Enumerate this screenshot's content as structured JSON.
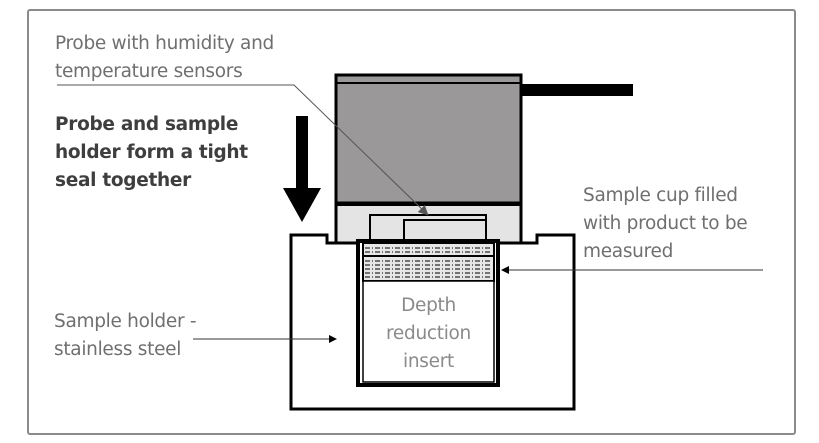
{
  "diagram": {
    "title": "Water activity measurement setup",
    "labels": {
      "probe": "Probe with humidity and\ntemperature sensors",
      "seal": "Probe and sample\nholder form a tight\nseal together",
      "sample_cup": "Sample cup filled\nwith product to be\nmeasured",
      "sample_holder": "Sample holder -\nstainless steel",
      "insert": "Depth\nreduction\ninsert"
    },
    "components": [
      "probe-body",
      "probe-cable",
      "probe-head",
      "humidity-temperature-sensor",
      "sample-holder",
      "sample-cup",
      "product-layer",
      "depth-reduction-insert",
      "press-down-arrow"
    ],
    "colors": {
      "probe_body": "#9a9899",
      "probe_head": "#e4e4e4",
      "outline": "#000000",
      "label_text": "#6f6f6f",
      "bold_text": "#3e3e3e",
      "frame": "#8a8a8a"
    }
  }
}
